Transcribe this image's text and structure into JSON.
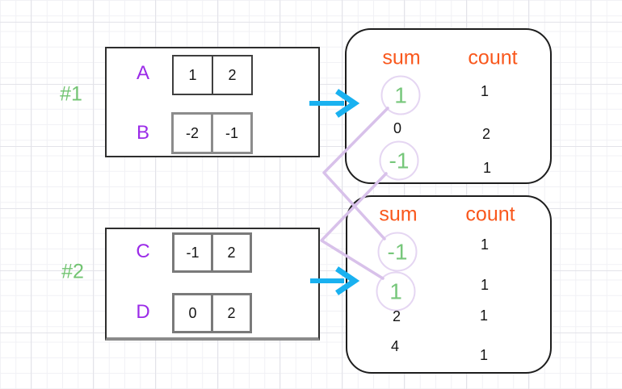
{
  "colors": {
    "example_label_green": "#72c472",
    "array_letter_purple": "#9b2be8",
    "table_header_orange": "#f9571c",
    "arrow_blue": "#19b1f0",
    "connector_lavender": "#d8c1ea",
    "circled_sum_green": "#77c77b"
  },
  "icons": {
    "arrow_right_icon": "→"
  },
  "examples": [
    {
      "id": "#1",
      "arrays": [
        {
          "name": "A",
          "values": [
            "1",
            "2"
          ]
        },
        {
          "name": "B",
          "values": [
            "-2",
            "-1"
          ]
        }
      ],
      "table": {
        "sum_header": "sum",
        "count_header": "count",
        "rows": [
          {
            "sum": "1",
            "count": "1",
            "circled": true
          },
          {
            "sum": "0",
            "count": "2",
            "circled": false
          },
          {
            "sum": "-1",
            "count": "1",
            "circled": true
          }
        ]
      }
    },
    {
      "id": "#2",
      "arrays": [
        {
          "name": "C",
          "values": [
            "-1",
            "2"
          ]
        },
        {
          "name": "D",
          "values": [
            "0",
            "2"
          ]
        }
      ],
      "table": {
        "sum_header": "sum",
        "count_header": "count",
        "rows": [
          {
            "sum": "-1",
            "count": "1",
            "circled": true
          },
          {
            "sum": "1",
            "count": "1",
            "circled": true
          },
          {
            "sum": "2",
            "count": "1",
            "circled": false
          },
          {
            "sum": "4",
            "count": "1",
            "circled": false
          }
        ]
      }
    }
  ],
  "connections": [
    {
      "from": "example #1 sum 1",
      "to": "example #2 sum -1"
    },
    {
      "from": "example #1 sum -1",
      "to": "example #2 sum 1"
    }
  ]
}
